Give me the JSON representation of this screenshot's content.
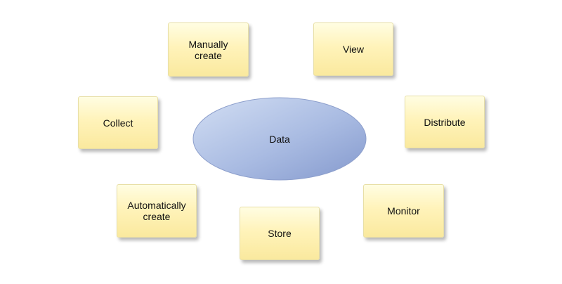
{
  "diagram": {
    "center": {
      "label": "Data"
    },
    "boxes": {
      "manually_create": "Manually\ncreate",
      "view": "View",
      "collect": "Collect",
      "distribute": "Distribute",
      "automatically_create": "Automatically\ncreate",
      "store": "Store",
      "monitor": "Monitor"
    },
    "colors": {
      "box_fill": "#fff3ba",
      "box_border": "#e8dfa6",
      "ellipse_light": "#c9d6ef",
      "ellipse_dark": "#8ea3d3"
    }
  }
}
